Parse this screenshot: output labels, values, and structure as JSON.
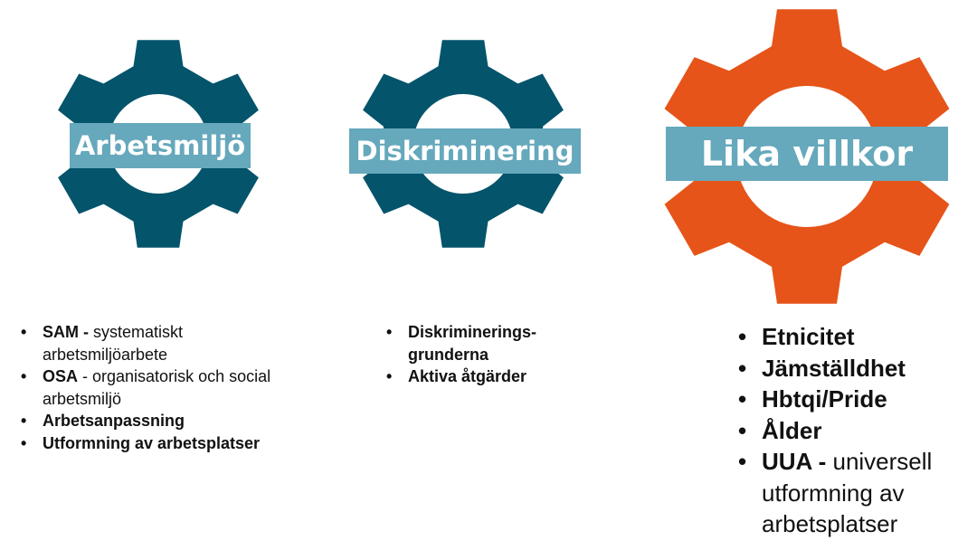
{
  "colors": {
    "gear_teal": "#04546b",
    "gear_orange": "#e65419",
    "label_bg": "#66a8bc",
    "label_text": "#ffffff"
  },
  "gears": [
    {
      "id": "arbetsmiljo",
      "label": "Arbetsmiljö",
      "gear_color": "#04546b",
      "items": [
        {
          "term": "SAM - ",
          "rest": " systematiskt arbetsmiljöarbete"
        },
        {
          "term": "OSA",
          "rest": " - organisatorisk och social arbetsmiljö"
        },
        {
          "term": "Arbetsanpassning",
          "rest": ""
        },
        {
          "term": "Utformning av arbetsplatser",
          "rest": ""
        }
      ]
    },
    {
      "id": "diskriminering",
      "label": "Diskriminering",
      "gear_color": "#04546b",
      "items": [
        {
          "term": "Diskriminerings-grunderna",
          "rest": ""
        },
        {
          "term": "Aktiva åtgärder",
          "rest": ""
        }
      ]
    },
    {
      "id": "lika-villkor",
      "label": "Lika villkor",
      "gear_color": "#e65419",
      "items": [
        {
          "term": "Etnicitet",
          "rest": ""
        },
        {
          "term": "Jämställdhet",
          "rest": ""
        },
        {
          "term": "Hbtqi/Pride",
          "rest": ""
        },
        {
          "term": "Ålder",
          "rest": ""
        },
        {
          "term": "UUA - ",
          "rest": "universell utformning av arbetsplatser"
        }
      ]
    }
  ]
}
